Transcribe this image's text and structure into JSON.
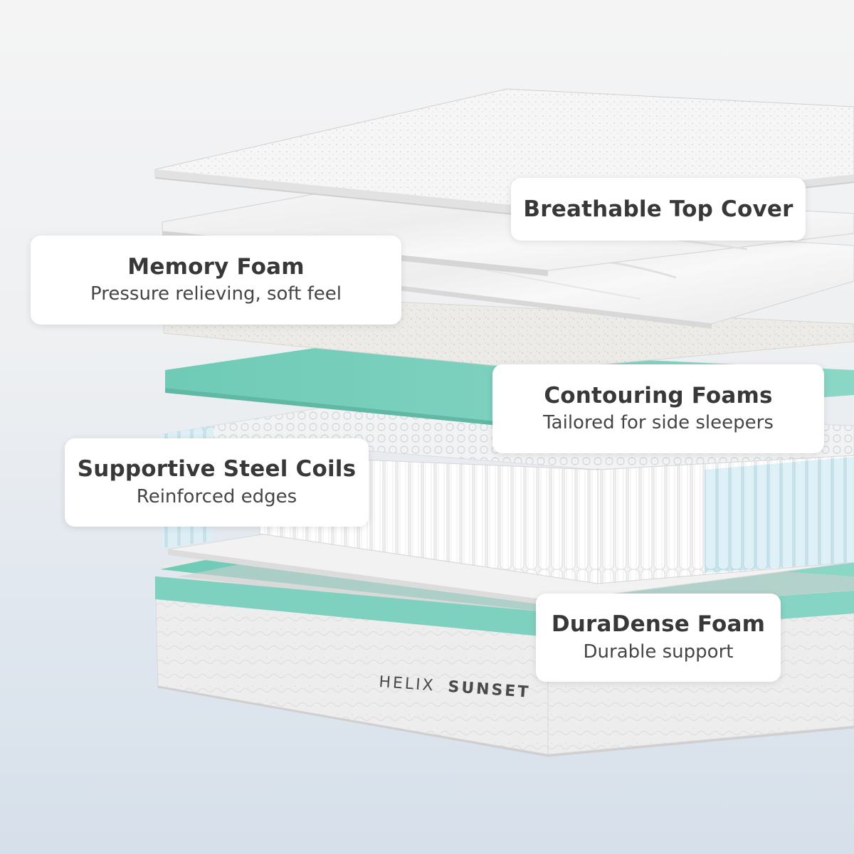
{
  "product": {
    "brand_prefix": "HELIX",
    "brand_name": "SUNSET"
  },
  "layers": [
    {
      "id": "top-cover",
      "title": "Breathable Top Cover",
      "subtitle": ""
    },
    {
      "id": "memory-foam",
      "title": "Memory Foam",
      "subtitle": "Pressure relieving, soft feel"
    },
    {
      "id": "contouring",
      "title": "Contouring Foams",
      "subtitle": "Tailored for side sleepers"
    },
    {
      "id": "coils",
      "title": "Supportive Steel Coils",
      "subtitle": "Reinforced edges"
    },
    {
      "id": "duradense",
      "title": "DuraDense Foam",
      "subtitle": "Durable support"
    }
  ],
  "colors": {
    "accent_teal": "#7fd1bf",
    "coil_blue": "#cfe7ee",
    "callout_text": "#383838"
  }
}
